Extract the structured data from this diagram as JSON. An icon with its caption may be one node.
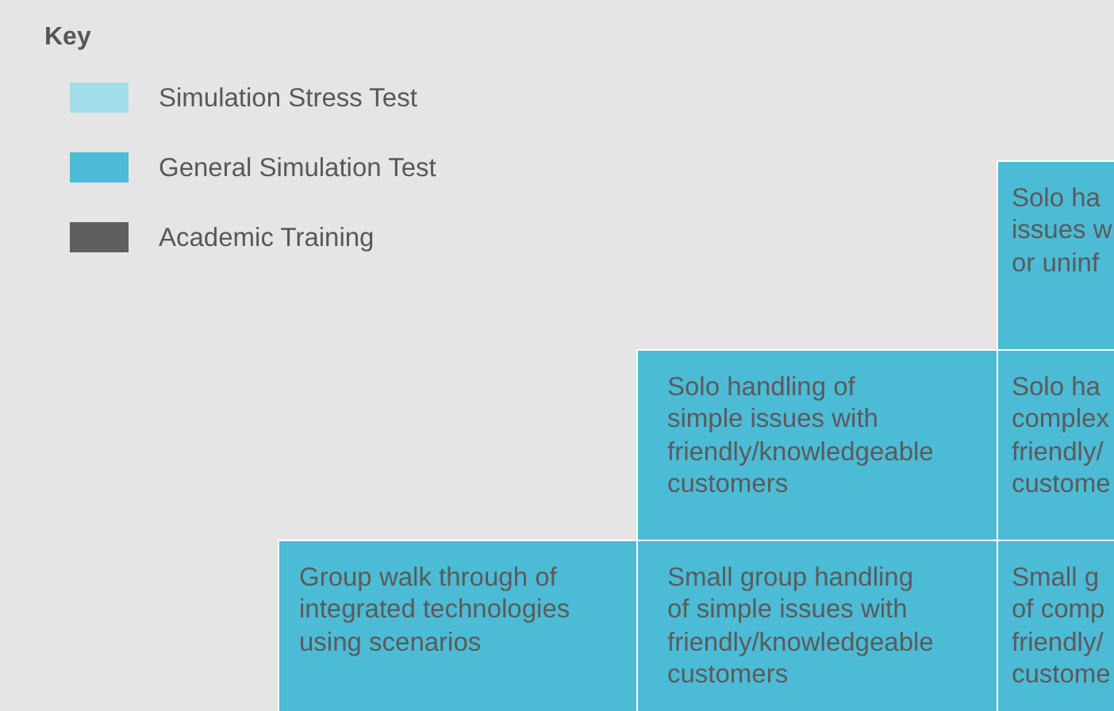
{
  "diagram": {
    "nodes": [
      {
        "text": [
          "Solo ha issues w or uninf"
        ]
      },
      {
        "text": [
          "Solo handling of simple issues with friendly/knowledgeable customers"
        ]
      },
      {
        "text": [
          "Solo ha complex friendly/ custome"
        ]
      },
      {
        "text": [
          "Group walk through of integrated technologies using scenarios"
        ]
      },
      {
        "text": [
          "Small group handling of simple issues with friendly/knowledgeable customers"
        ]
      },
      {
        "text": [
          "Small g of comp friendly/ custome"
        ]
      }
    ],
    "labels": [
      "Key"
    ],
    "legend": [
      {
        "text": "Simulation Stress Test",
        "color": "#a1dee9"
      },
      {
        "text": "General Simulation Test",
        "color": "#4cbbd6"
      },
      {
        "text": "Academic Training",
        "color": "#5f5f61"
      }
    ]
  }
}
